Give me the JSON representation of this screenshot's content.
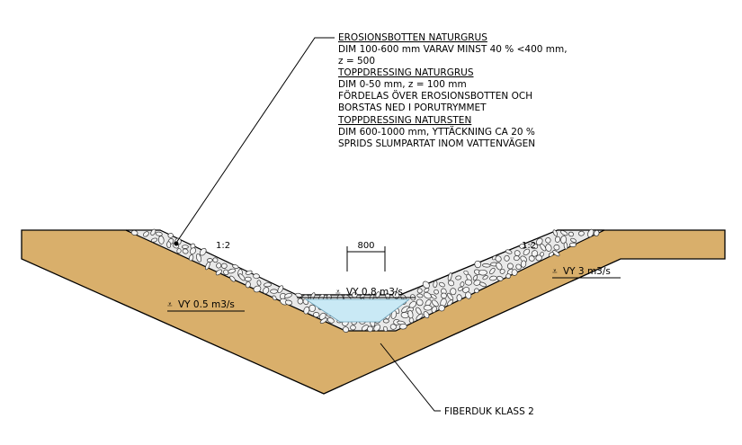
{
  "callout_top": {
    "heading_1": "EROSIONSBOTTEN NATURGRUS",
    "line_1": "DIM 100-600 mm VARAV MINST 40 % <400 mm,",
    "line_2": "z = 500",
    "heading_2": "TOPPDRESSING NATURGRUS",
    "line_3": "DIM 0-50 mm, z = 100 mm",
    "line_4": "FÖRDELAS ÖVER EROSIONSBOTTEN OCH",
    "line_5": "BORSTAS NED I PORUTRYMMET",
    "heading_3": "TOPPDRESSING NATURSTEN",
    "line_6": "DIM 600-1000 mm, YTTÄCKNING CA 20 %",
    "line_7": "SPRIDS SLUMPARTAT INOM VATTENVÄGEN"
  },
  "dimensions": {
    "bottom_width": "800",
    "slope_left": "1:2",
    "slope_right": "1:2"
  },
  "water_levels": {
    "left": "VY 0.5 m3/s",
    "center": "VY 0.8 m3/s",
    "right": "VY 3 m3/s",
    "symbol": "⩡"
  },
  "callout_bottom": {
    "label": "FIBERDUK KLASS 2"
  },
  "colors": {
    "soil": "#D9AF6B",
    "stone_fill": "#E9E9E9",
    "water": "#C9E9F5"
  }
}
